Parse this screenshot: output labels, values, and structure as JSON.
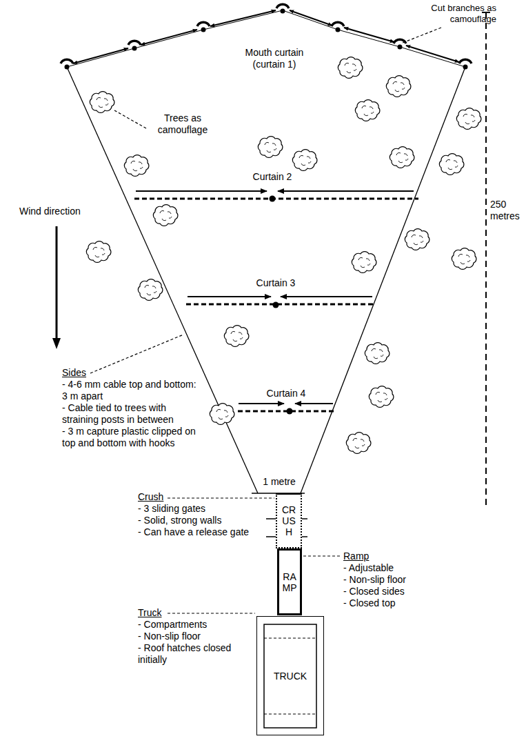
{
  "diagram": {
    "nodes": [
      {
        "text": [
          "CRUSH"
        ]
      },
      {
        "text": [
          "RAMP"
        ]
      },
      {
        "text": [
          "TRUCK"
        ]
      }
    ],
    "labels": [
      "Cut branches as camouflage",
      "Mouth curtain (curtain 1)",
      "Trees as camouflage",
      "Curtain 2",
      "250 metres",
      "Wind direction",
      "Curtain 3",
      "Sides",
      "- 4-6 mm cable top and bottom: 3 m apart",
      "- Cable tied to trees with straining posts in between",
      "- 3 m capture plastic clipped on top and bottom with hooks",
      "Curtain 4",
      "1 metre",
      "Crush",
      "- 3 sliding gates",
      "- Solid, strong walls",
      "- Can have a release gate",
      "Ramp",
      "- Adjustable",
      "- Non-slip floor",
      "- Closed sides",
      "- Closed top",
      "Truck",
      "- Compartments",
      "- Non-slip floor",
      "- Roof hatches closed initially"
    ]
  }
}
